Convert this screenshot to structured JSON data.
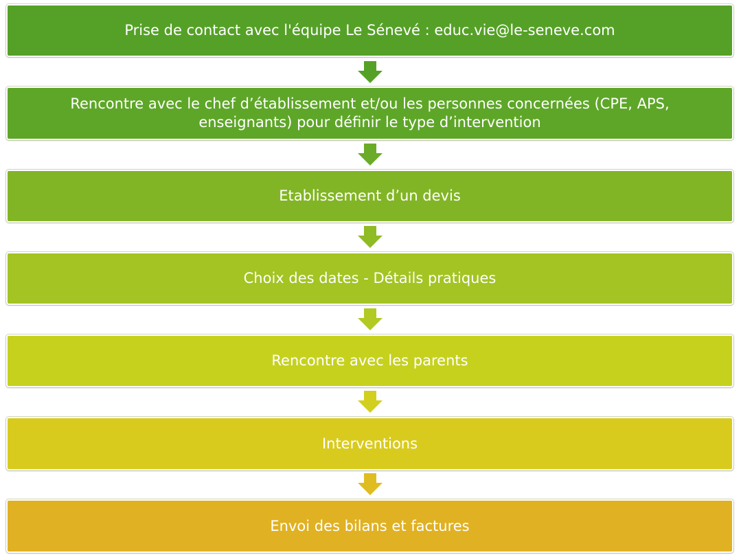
{
  "steps": [
    {
      "label": "Prise de contact avec l'équipe Le Sénevé : educ.vie@le-seneve.com",
      "color": "#55a127"
    },
    {
      "label": "Rencontre avec le chef d’établissement et/ou les personnes concernées (CPE, APS, enseignants) pour définir le type d’intervention",
      "color": "#5ea628"
    },
    {
      "label": "Etablissement d’un devis",
      "color": "#82b525"
    },
    {
      "label": "Choix des dates - Détails pratiques",
      "color": "#a3c422"
    },
    {
      "label": "Rencontre avec les parents",
      "color": "#c6d11e"
    },
    {
      "label": "Interventions",
      "color": "#d9cb1d"
    },
    {
      "label": "Envoi des bilans et factures",
      "color": "#e0b122"
    }
  ],
  "arrows": [
    {
      "color": "#55a127"
    },
    {
      "color": "#6aab27"
    },
    {
      "color": "#8fbb24"
    },
    {
      "color": "#b2ca21"
    },
    {
      "color": "#d2cf1e"
    },
    {
      "color": "#dfbd21"
    }
  ]
}
